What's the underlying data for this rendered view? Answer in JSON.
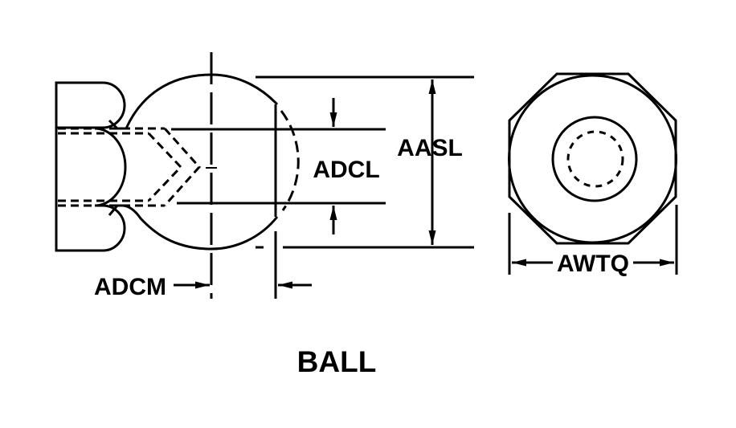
{
  "diagram": {
    "title": "BALL",
    "dimensions": {
      "aasl": "AASL",
      "adcl": "ADCL",
      "adcm": "ADCM",
      "awtq": "AWTQ"
    },
    "colors": {
      "line": "#000000",
      "background": "#ffffff"
    }
  }
}
